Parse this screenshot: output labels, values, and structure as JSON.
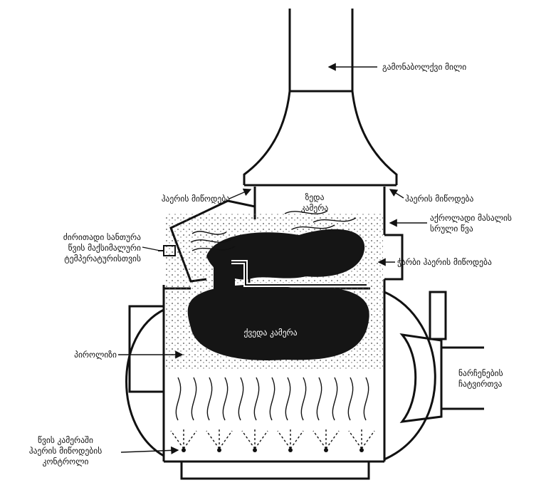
{
  "labels": {
    "chimney": "გამონაბოლქვი მილი",
    "air_left": "ჰაერის მიწოდება",
    "air_right": "ჰაერის მიწოდება",
    "upper_chamber": [
      "ზედა",
      "კამერა"
    ],
    "max_temp": [
      "ძირითადი სანთურა",
      "წვის მაქსიმალური",
      "ტემპერატურისთვის"
    ],
    "volatile": [
      "აქროლადი მასალის",
      "სრული წვა"
    ],
    "excess_air": "ჭარბი ჰაერის მიწოდება",
    "lower_chamber": "ქვედა კამერა",
    "pyrolysis": "პიროლიზი",
    "waste_loading": [
      "ნარჩენების",
      "ჩატვირთვა"
    ],
    "air_control": [
      "წვის კამერაში",
      "ჰაერის მიწოდების",
      "კონტროლი"
    ]
  }
}
